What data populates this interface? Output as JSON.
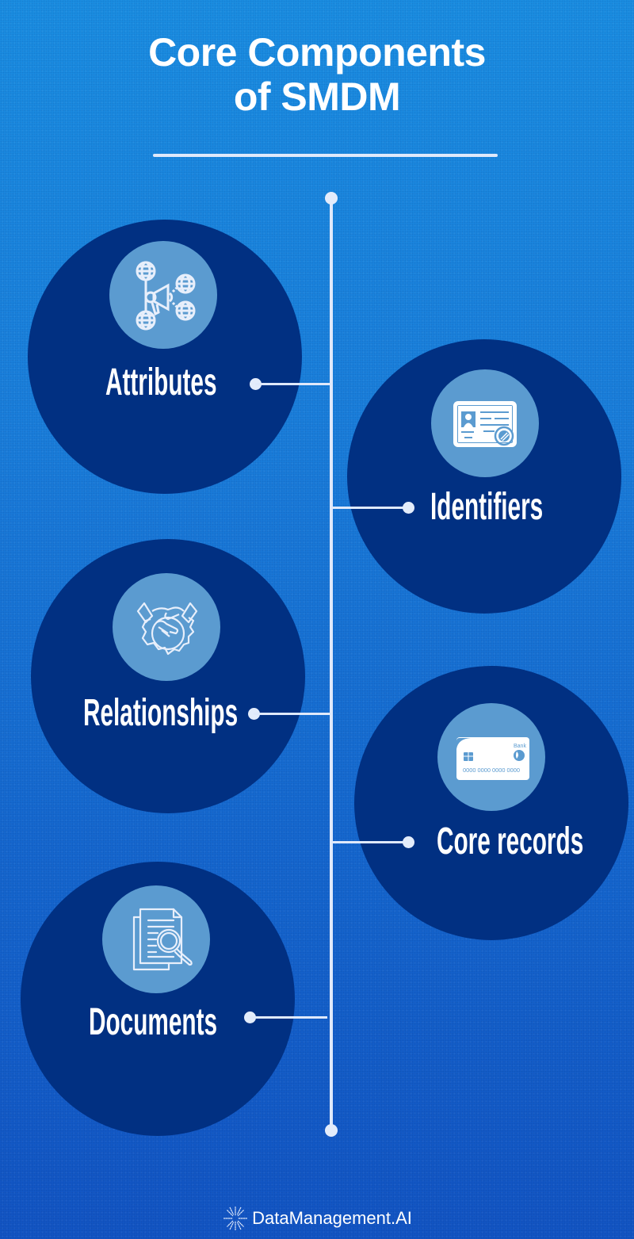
{
  "header": {
    "title_line1": "Core Components",
    "title_line2": "of SMDM"
  },
  "colors": {
    "background_top": "#1a8fe3",
    "background_bottom": "#1255c4",
    "circle": "#013082",
    "icon_disc": "#5b9bd0",
    "line": "#dfe9fb",
    "text": "#ffffff"
  },
  "components": [
    {
      "label": "Attributes",
      "icon": "megaphone-network-icon"
    },
    {
      "label": "Identifiers",
      "icon": "id-card-icon"
    },
    {
      "label": "Relationships",
      "icon": "handshake-gear-icon"
    },
    {
      "label": "Core records",
      "icon": "bank-card-icon"
    },
    {
      "label": "Documents",
      "icon": "document-search-icon"
    }
  ],
  "card": {
    "bank_text": "Bank",
    "number_text": "0000 0000 0000 0000"
  },
  "footer": {
    "brand": "DataManagement.AI",
    "logo_icon": "starburst-icon"
  }
}
